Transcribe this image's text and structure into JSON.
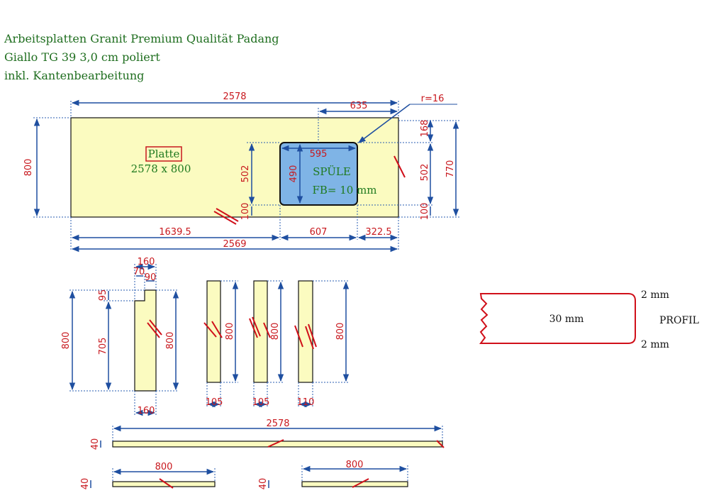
{
  "header": {
    "line1": "Arbeitsplatten Granit Premium Qualität Padang",
    "line2": "Giallo TG 39 3,0 cm poliert",
    "line3": "inkl. Kantenbearbeitung"
  },
  "main_plate": {
    "name": "Platte",
    "size": "2578 x 800",
    "width_top": "2578",
    "sink_offset_top": "635",
    "radius": "r=16",
    "height_left": "800",
    "gap_top_right": "168",
    "height_right_502": "502",
    "height_right_770": "770",
    "gap_bottom_right": "100",
    "sink_left_502": "502",
    "sink_left_100": "100",
    "seg1": "1639.5",
    "seg2": "607",
    "seg3": "322.5",
    "width_bottom": "2569"
  },
  "sink": {
    "label": "SPÜLE",
    "fb": "FB= 10 mm",
    "width": "595",
    "height": "490"
  },
  "strip_a": {
    "w_top": "160",
    "w_70": "70",
    "w_90": "90",
    "notch": "95",
    "h_705": "705",
    "h_left": "800",
    "h_right": "800",
    "w_bottom": "160"
  },
  "strips": [
    {
      "height": "800",
      "width": "105"
    },
    {
      "height": "800",
      "width": "105"
    },
    {
      "height": "800",
      "width": "110"
    }
  ],
  "edge_long": {
    "length": "2578",
    "thickness": "40"
  },
  "edge_short1": {
    "length": "800",
    "thickness": "40"
  },
  "edge_short2": {
    "length": "800",
    "thickness": "40"
  },
  "profile": {
    "thickness": "30 mm",
    "top": "2 mm",
    "bottom": "2 mm",
    "label": "PROFIL"
  },
  "colors": {
    "stone": "#fbfbc0",
    "sink": "#7fb4e6",
    "dimension": "#c8181e",
    "dim_line": "#1f4fa0",
    "title": "#1f6e1f",
    "profile": "#d0101a"
  }
}
